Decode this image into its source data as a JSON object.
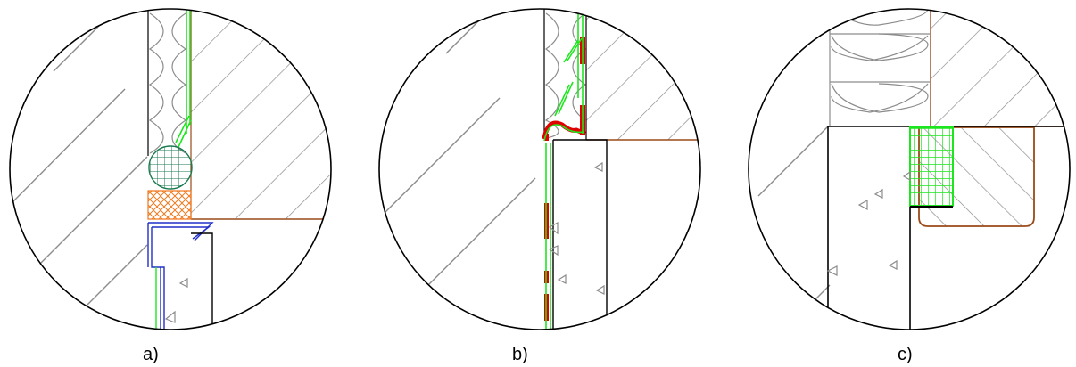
{
  "panels": [
    {
      "id": "a",
      "caption": "a)"
    },
    {
      "id": "b",
      "caption": "b)"
    },
    {
      "id": "c",
      "caption": "c)"
    }
  ],
  "colors": {
    "outline": "#000000",
    "hatch": "#8c8c8c",
    "insulation": "#8c8c8c",
    "brick_joint": "#9a4a18",
    "seal_green": "#1ee61e",
    "seal_dark_green": "#1a7a50",
    "membrane_red": "#e00000",
    "foam_orange": "#f07a20",
    "profile_blue": "#2030c8",
    "concrete_mark": "#8c8c8c"
  }
}
